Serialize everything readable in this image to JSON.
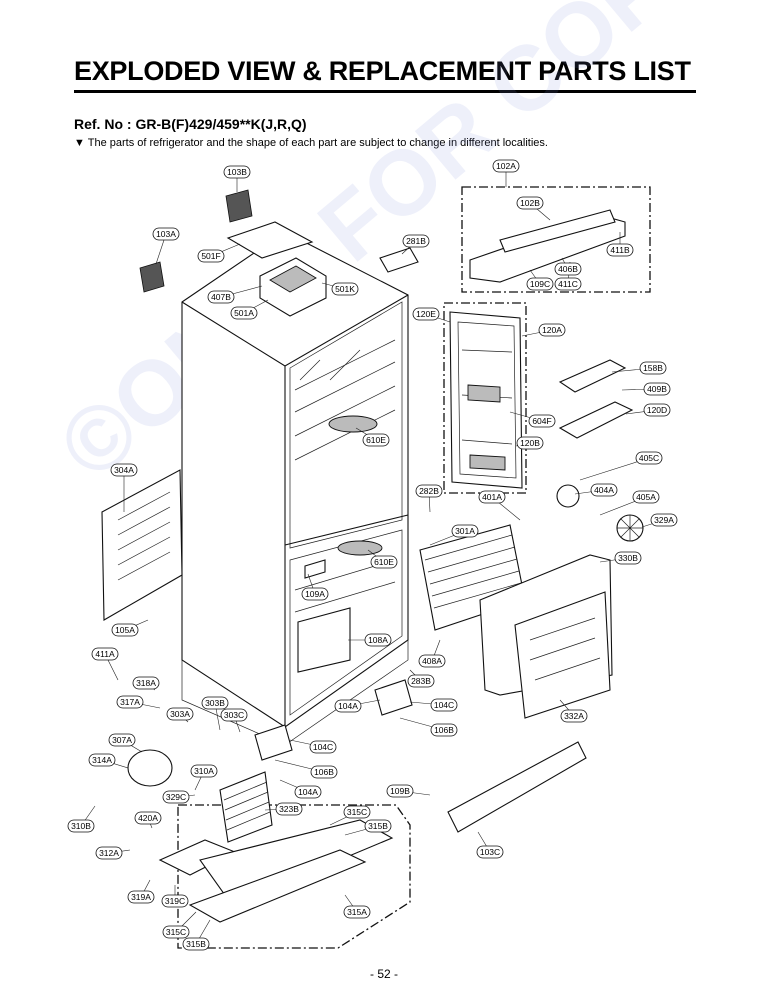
{
  "page": {
    "title": "EXPLODED VIEW & REPLACEMENT PARTS LIST",
    "ref_no": "Ref. No : GR-B(F)429/459**K(J,R,Q)",
    "note": "▼ The parts of refrigerator and the shape of each part are subject to change in different localities.",
    "page_number": "- 52 -",
    "watermark": "©ONLY FOR COPY"
  },
  "labels": {
    "103B": "103B",
    "103A": "103A",
    "501F": "501F",
    "407B": "407B",
    "501A": "501A",
    "501K": "501K",
    "281B": "281B",
    "102A": "102A",
    "102B": "102B",
    "411B": "411B",
    "406B": "406B",
    "109C": "109C",
    "411C": "411C",
    "120E": "120E",
    "120A": "120A",
    "158B": "158B",
    "409B": "409B",
    "120D": "120D",
    "604F": "604F",
    "120B": "120B",
    "610E1": "610E",
    "610E2": "610E",
    "405C": "405C",
    "404A": "404A",
    "405A": "405A",
    "329A": "329A",
    "282B": "282B",
    "401A": "401A",
    "301A": "301A",
    "330B": "330B",
    "304A": "304A",
    "109A": "109A",
    "108A": "108A",
    "105A": "105A",
    "411A": "411A",
    "318A": "318A",
    "317A": "317A",
    "303A": "303A",
    "303B": "303B",
    "303C": "303C",
    "408A": "408A",
    "283B": "283B",
    "104A1": "104A",
    "104C1": "104C",
    "106B1": "106B",
    "332A": "332A",
    "307A": "307A",
    "314A": "314A",
    "310A": "310A",
    "104C2": "104C",
    "106B2": "106B",
    "104A2": "104A",
    "329C": "329C",
    "420A": "420A",
    "323B": "323B",
    "310B": "310B",
    "312A": "312A",
    "319A": "319A",
    "319C": "319C",
    "315C1": "315C",
    "315B1": "315B",
    "315C2": "315C",
    "315B2": "315B",
    "315A": "315A",
    "109B": "109B",
    "103C": "103C"
  }
}
